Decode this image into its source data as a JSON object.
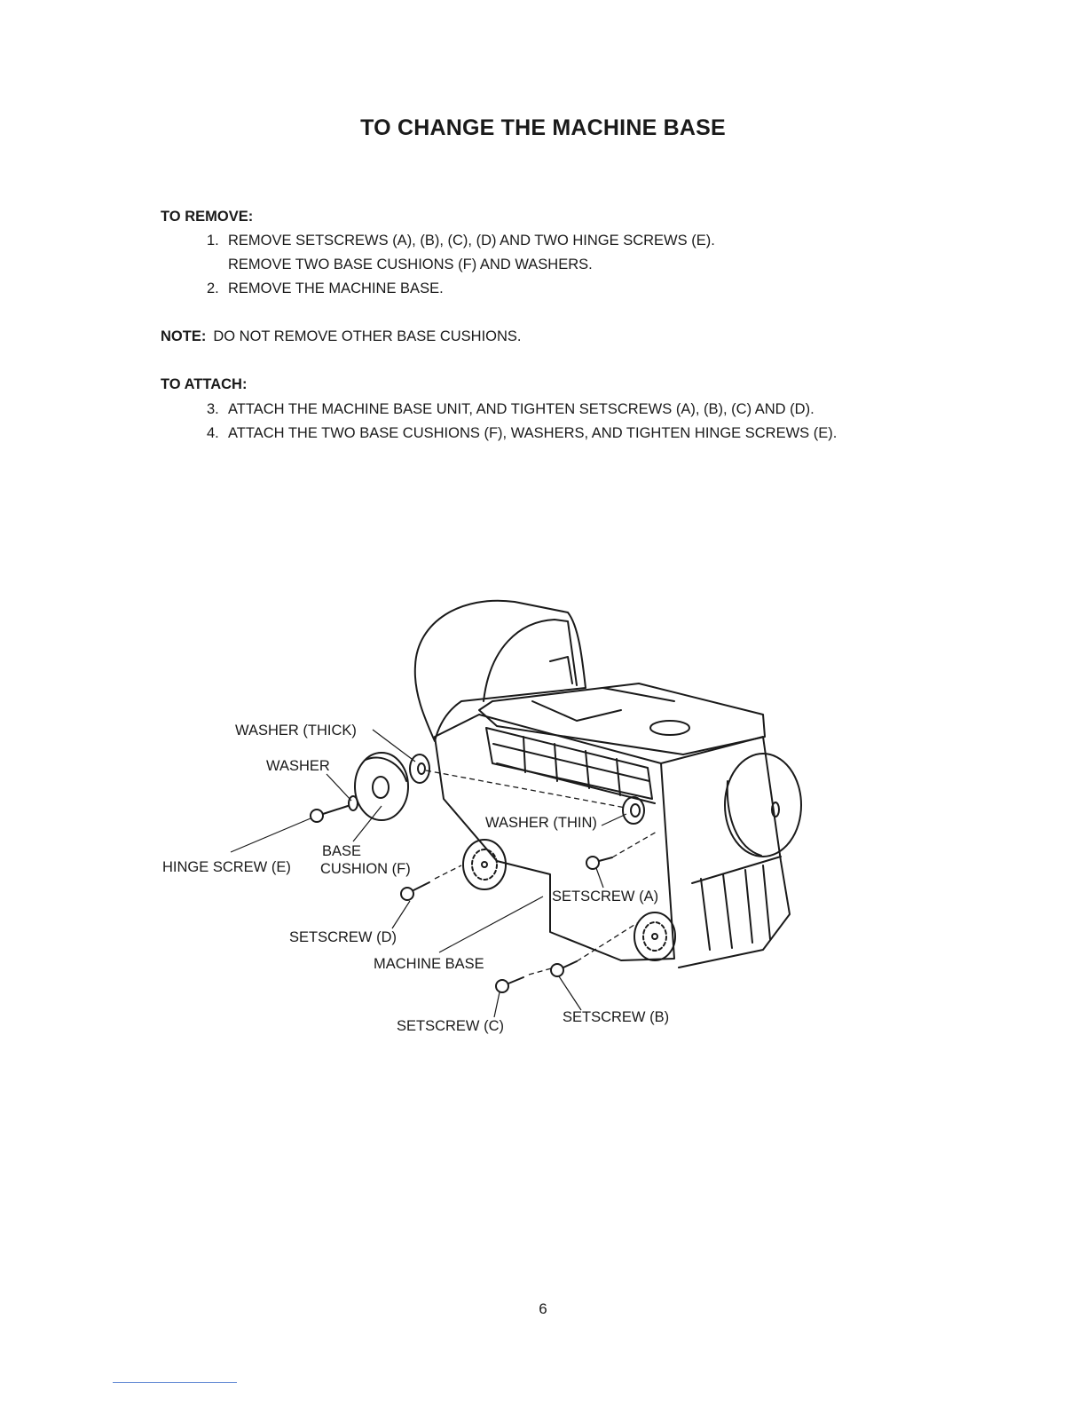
{
  "title": "TO CHANGE THE MACHINE BASE",
  "remove": {
    "heading": "TO REMOVE:",
    "steps": [
      {
        "num": "1.",
        "lines": [
          "REMOVE SETSCREWS (A), (B), (C), (D) AND TWO HINGE SCREWS (E).",
          "REMOVE TWO BASE CUSHIONS (F) AND WASHERS."
        ]
      },
      {
        "num": "2.",
        "lines": [
          "REMOVE THE MACHINE BASE."
        ]
      }
    ]
  },
  "note": {
    "label": "NOTE:",
    "text": "DO NOT REMOVE OTHER BASE CUSHIONS."
  },
  "attach": {
    "heading": "TO ATTACH:",
    "steps": [
      {
        "num": "3.",
        "text": "ATTACH THE MACHINE BASE UNIT, AND TIGHTEN SETSCREWS (A), (B), (C) AND (D)."
      },
      {
        "num": "4.",
        "text": "ATTACH THE TWO BASE CUSHIONS (F), WASHERS, AND TIGHTEN HINGE SCREWS (E)."
      }
    ]
  },
  "diagram": {
    "labels": {
      "washer_thick": "WASHER (THICK)",
      "washer": "WASHER",
      "hinge_screw": "HINGE SCREW (E)",
      "base": "BASE",
      "cushion": "CUSHION (F)",
      "washer_thin": "WASHER (THIN)",
      "setscrew_a": "SETSCREW (A)",
      "setscrew_d": "SETSCREW (D)",
      "machine_base": "MACHINE BASE",
      "setscrew_c": "SETSCREW (C)",
      "setscrew_b": "SETSCREW (B)"
    }
  },
  "page_number": "6"
}
